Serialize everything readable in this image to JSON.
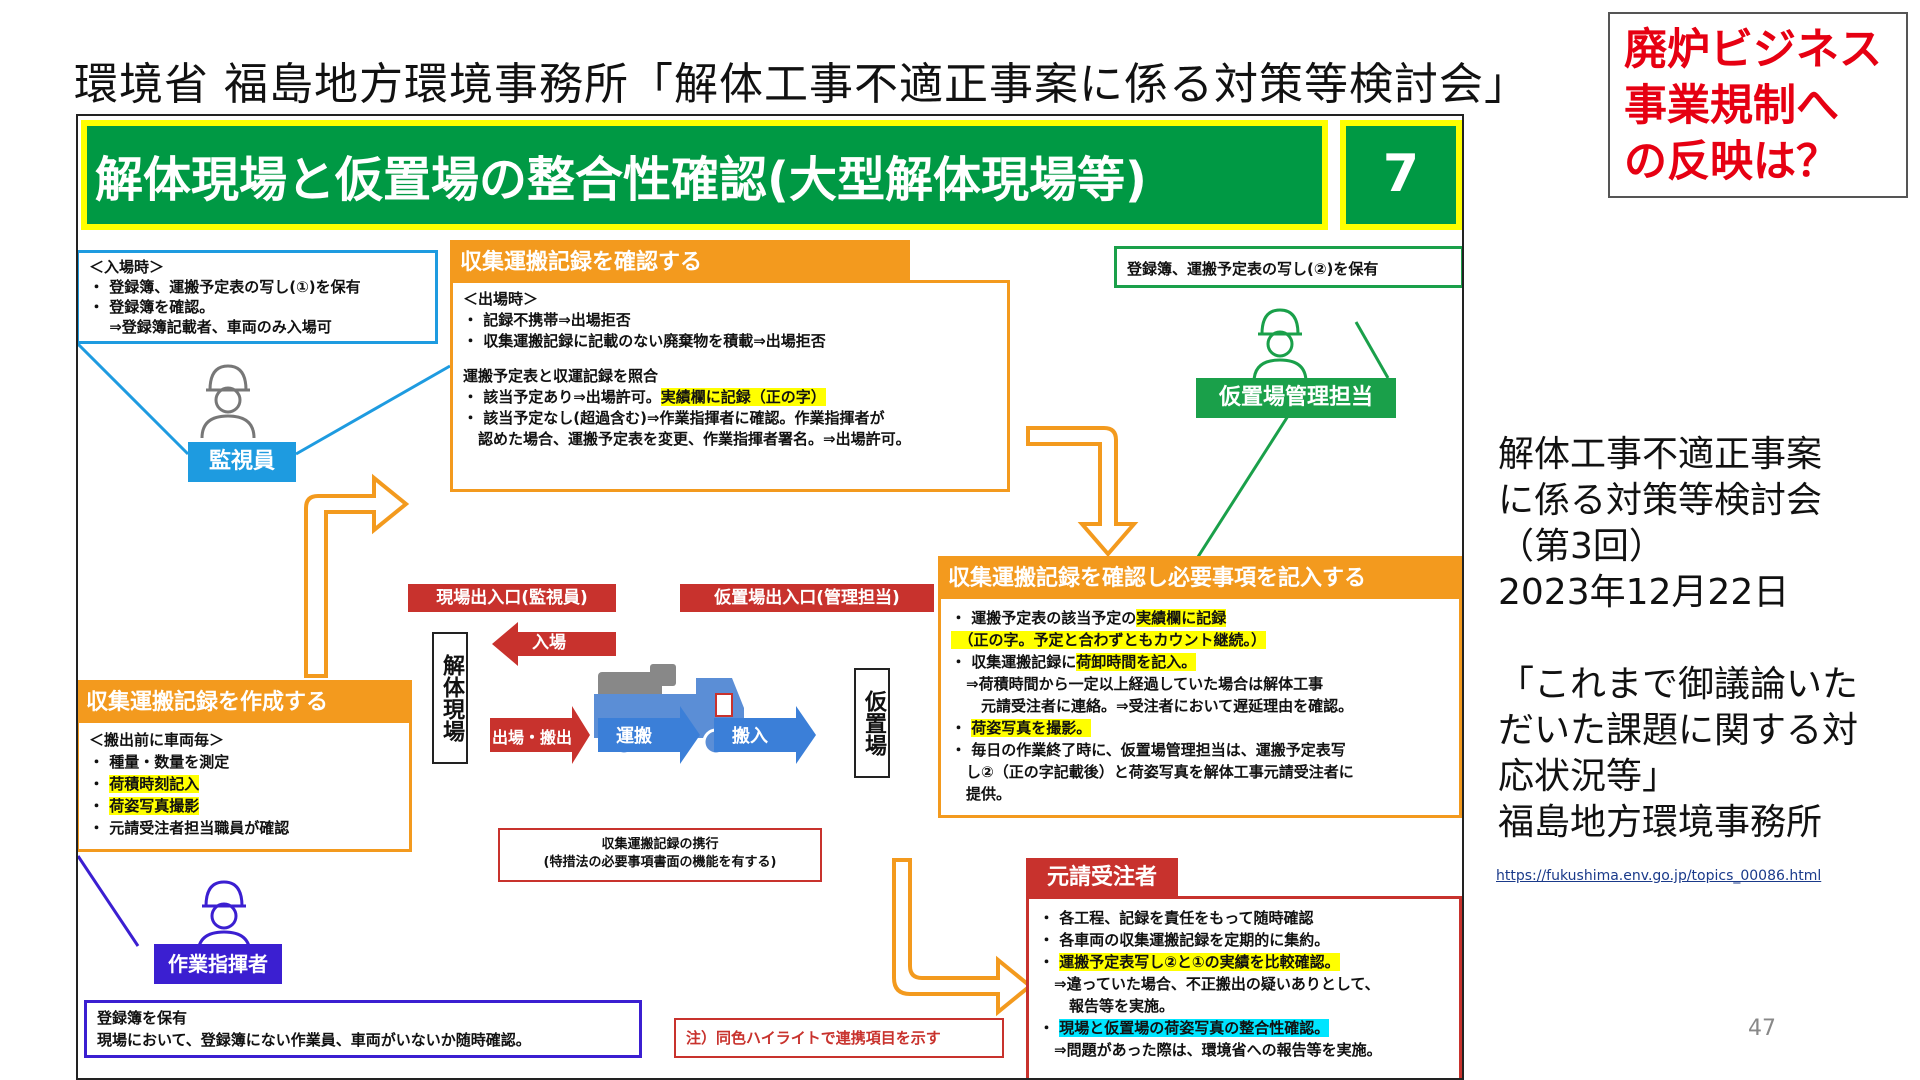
{
  "header": {
    "title": "環境省  福島地方環境事務所「解体工事不適正事案に係る対策等検討会」",
    "callout_lines": [
      "廃炉ビジネス",
      "事業規制へ",
      "の反映は？"
    ],
    "callout_color": "#e60012"
  },
  "slide": {
    "title": "解体現場と仮置場の整合性確認(大型解体現場等)",
    "number": "7",
    "accent_green": "#009944",
    "accent_orange": "#f39a1e",
    "entry_box": {
      "lines": [
        "＜入場時＞",
        "・ 登録簿、運搬予定表の写し(①)を保有",
        "・ 登録簿を確認。",
        "　 ⇒登録簿記載者、車両のみ入場可"
      ]
    },
    "monitor_label": "監視員",
    "collect_confirm": {
      "heading": "収集運搬記録を確認する",
      "lines": [
        "＜出場時＞",
        "・ 記録不携帯⇒出場拒否",
        "・ 収集運搬記録に記載のない廃棄物を積載⇒出場拒否",
        "",
        "運搬予定表と収運記録を照合",
        "・ 該当予定あり⇒出場許可。",
        "・ 該当予定なし(超過含む)⇒作業指揮者に確認。作業指揮者が",
        "　認めた場合、運搬予定表を変更、作業指揮者署名。⇒出場許可。"
      ],
      "highlight": "実績欄に記録（正の字）"
    },
    "temp_site_copy": "登録簿、運搬予定表の写し(②)を保有",
    "temp_manager_label": "仮置場管理担当",
    "record_input": {
      "heading": "収集運搬記録を確認し必要事項を記入する",
      "lines": [
        {
          "text": "・ 運搬予定表の該当予定の",
          "hl": "実績欄に記録"
        },
        {
          "text": "",
          "hl": "　（正の字。予定と合わずともカウント継続。）"
        },
        {
          "text": "・ 収集運搬記録に",
          "hl": "荷卸時間を記入。"
        },
        {
          "text": "　⇒荷積時間から一定以上経過していた場合は解体工事",
          "hl": ""
        },
        {
          "text": "　　元請受注者に連絡。⇒受注者において遅延理由を確認。",
          "hl": ""
        },
        {
          "text": "・ ",
          "hl": "荷姿写真を撮影。"
        },
        {
          "text": "・ 毎日の作業終了時に、仮置場管理担当は、運搬予定表写",
          "hl": ""
        },
        {
          "text": "　し②（正の字記載後）と荷姿写真を解体工事元請受注者に",
          "hl": ""
        },
        {
          "text": "　提供。",
          "hl": ""
        }
      ]
    },
    "gate_site": "現場出入口(監視員)",
    "gate_temp": "仮置場出入口(管理担当)",
    "arrow_in": "入場",
    "demolition_site": "解体現場",
    "temp_site": "仮置場",
    "arrow_out": "出場・搬出",
    "arrow_transport": "運搬",
    "arrow_bring_in": "搬入",
    "collect_create": {
      "heading": "収集運搬記録を作成する",
      "lines": [
        {
          "text": "＜搬出前に車両毎＞",
          "hl": ""
        },
        {
          "text": "・ 種量・数量を測定",
          "hl": ""
        },
        {
          "text": "・ ",
          "hl": "荷積時刻記入"
        },
        {
          "text": "・ ",
          "hl": "荷姿写真撮影"
        },
        {
          "text": "・ 元請受注者担当職員が確認",
          "hl": ""
        }
      ]
    },
    "carry_note": [
      "収集運搬記録の携行",
      "(特措法の必要事項書面の機能を有する)"
    ],
    "supervisor_label": "作業指揮者",
    "supervisor_box": [
      "登録簿を保有",
      "現場において、登録簿にない作業員、車両がいないか随時確認。"
    ],
    "contractor": {
      "heading": "元請受注者",
      "lines": [
        {
          "text": "・ 各工程、記録を責任をもって随時確認",
          "hl": "",
          "c": ""
        },
        {
          "text": "・ 各車両の収集運搬記録を定期的に集約。",
          "hl": "",
          "c": ""
        },
        {
          "text": "・ ",
          "hl": "運搬予定表写し②と①の実績を比較確認。",
          "c": ""
        },
        {
          "text": "　⇒違っていた場合、不正搬出の疑いありとして、",
          "hl": "",
          "c": ""
        },
        {
          "text": "　　報告等を実施。",
          "hl": "",
          "c": ""
        },
        {
          "text": "・ ",
          "hl": "",
          "c": "現場と仮置場の荷姿写真の整合性確認。"
        },
        {
          "text": "　⇒問題があった際は、環境省への報告等を実施。",
          "hl": "",
          "c": ""
        }
      ]
    },
    "footnote": "注）同色ハイライトで連携項目を示す"
  },
  "notes": {
    "lines": [
      "解体工事不適正事案",
      "に係る対策等検討会",
      "（第3回）",
      "2023年12月22日",
      "",
      "「これまで御議論いた",
      "だいた課題に関する対",
      "応状況等」",
      "福島地方環境事務所"
    ],
    "url": "https://fukushima.env.go.jp/topics_00086.html"
  },
  "page_number": "47"
}
